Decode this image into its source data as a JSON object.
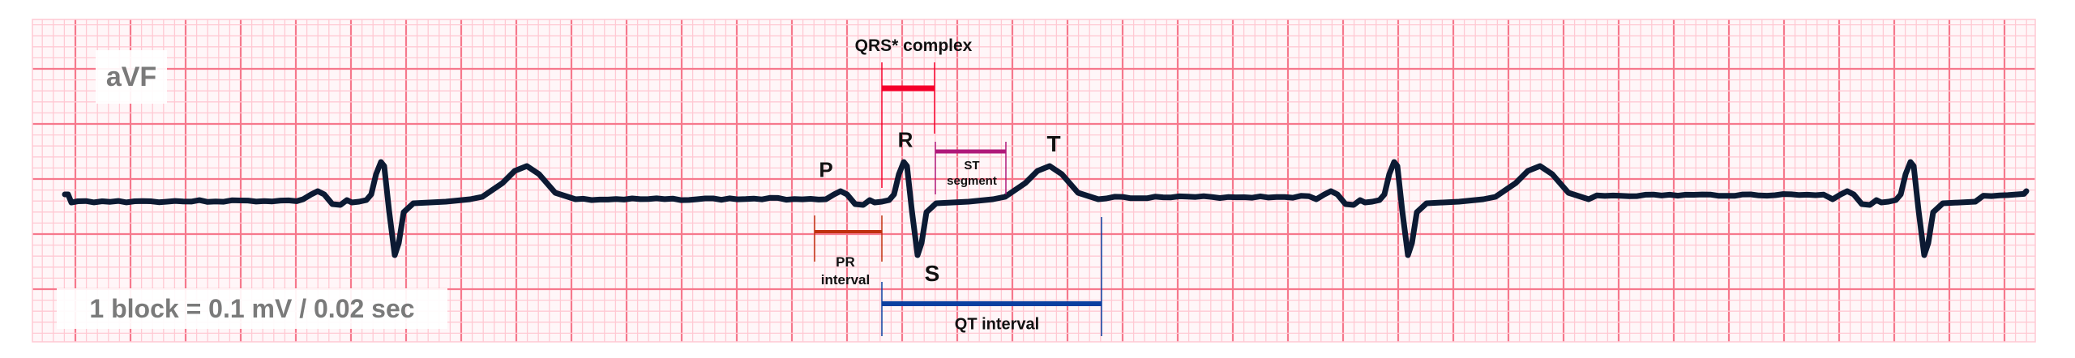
{
  "lead": "aVF",
  "scale_note": "1 block = 0.1 mV / 0.02 sec",
  "waves": {
    "p": "P",
    "r": "R",
    "s": "S",
    "t": "T"
  },
  "intervals": {
    "qrs": "QRS* complex",
    "st_line1": "ST",
    "st_line2": "segment",
    "pr_line1": "PR",
    "pr_line2": "interval",
    "qt": "QT interval"
  },
  "colors": {
    "grid_minor": "#ffc9d3",
    "grid_major": "#f6788c",
    "trace": "#0c1a33",
    "qrs": "#f5002a",
    "st": "#b0197a",
    "pr": "#c0300e",
    "qt": "#0a3fa0",
    "label_gray": "#7a7a7a"
  }
}
